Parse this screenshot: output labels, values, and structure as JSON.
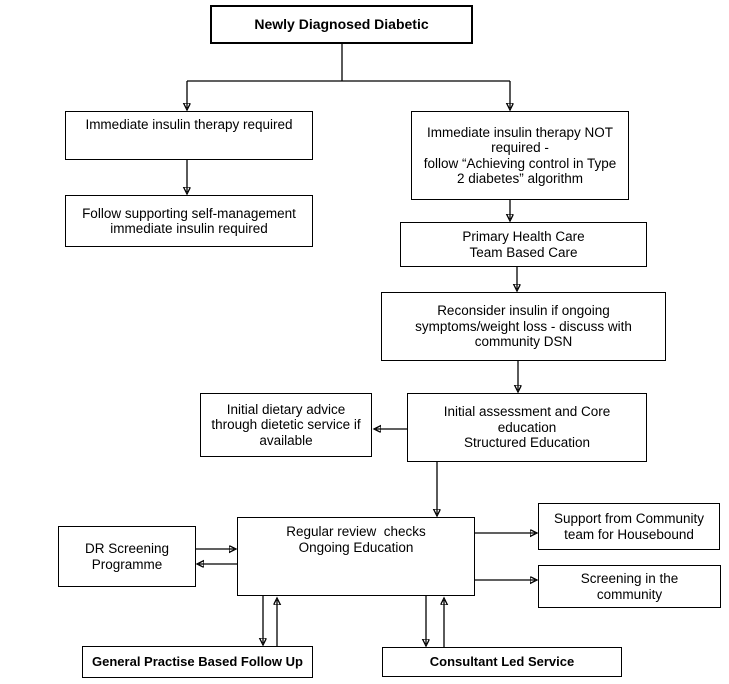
{
  "colors": {
    "background": "#ffffff",
    "box_fill": "#ffffff",
    "box_border": "#000000",
    "line": "#000000",
    "text": "#000000"
  },
  "nodes": {
    "newly_diagnosed": {
      "label": "Newly Diagnosed  Diabetic"
    },
    "immediate_insulin": {
      "label": "Immediate insulin therapy required"
    },
    "follow_supporting": {
      "label": "Follow supporting self-management\nimmediate insulin required"
    },
    "insulin_not_required": {
      "label": "Immediate insulin therapy NOT\nrequired -\nfollow “Achieving control in Type\n2 diabetes” algorithm"
    },
    "primary_health_care": {
      "label": "Primary Health Care\nTeam Based Care"
    },
    "reconsider_insulin": {
      "label": "Reconsider insulin if ongoing\nsymptoms/weight loss - discuss with\ncommunity DSN"
    },
    "initial_dietary": {
      "label": "Initial dietary advice\nthrough dietetic service if\navailable"
    },
    "initial_assessment": {
      "label": "Initial assessment and Core\neducation\nStructured Education"
    },
    "dr_screening": {
      "label": "DR Screening\nProgramme"
    },
    "regular_review": {
      "label": "Regular review  checks\nOngoing Education"
    },
    "support_community": {
      "label": "Support from Community\nteam for Housebound"
    },
    "screening_community": {
      "label": "Screening in the\ncommunity"
    },
    "general_practise": {
      "label": "General Practise  Based  Follow Up"
    },
    "consultant_led": {
      "label": "Consultant Led  Service"
    }
  },
  "edges": [
    {
      "from": "newly_diagnosed",
      "to": "immediate_insulin",
      "direction": "one-way"
    },
    {
      "from": "newly_diagnosed",
      "to": "insulin_not_required",
      "direction": "one-way"
    },
    {
      "from": "immediate_insulin",
      "to": "follow_supporting",
      "direction": "one-way"
    },
    {
      "from": "insulin_not_required",
      "to": "primary_health_care",
      "direction": "one-way"
    },
    {
      "from": "primary_health_care",
      "to": "reconsider_insulin",
      "direction": "one-way"
    },
    {
      "from": "reconsider_insulin",
      "to": "initial_assessment",
      "direction": "one-way"
    },
    {
      "from": "initial_assessment",
      "to": "initial_dietary",
      "direction": "one-way"
    },
    {
      "from": "initial_assessment",
      "to": "regular_review",
      "direction": "one-way"
    },
    {
      "from": "dr_screening",
      "to": "regular_review",
      "direction": "both"
    },
    {
      "from": "regular_review",
      "to": "support_community",
      "direction": "one-way"
    },
    {
      "from": "regular_review",
      "to": "screening_community",
      "direction": "one-way"
    },
    {
      "from": "regular_review",
      "to": "general_practise",
      "direction": "both"
    },
    {
      "from": "regular_review",
      "to": "consultant_led",
      "direction": "both"
    }
  ]
}
